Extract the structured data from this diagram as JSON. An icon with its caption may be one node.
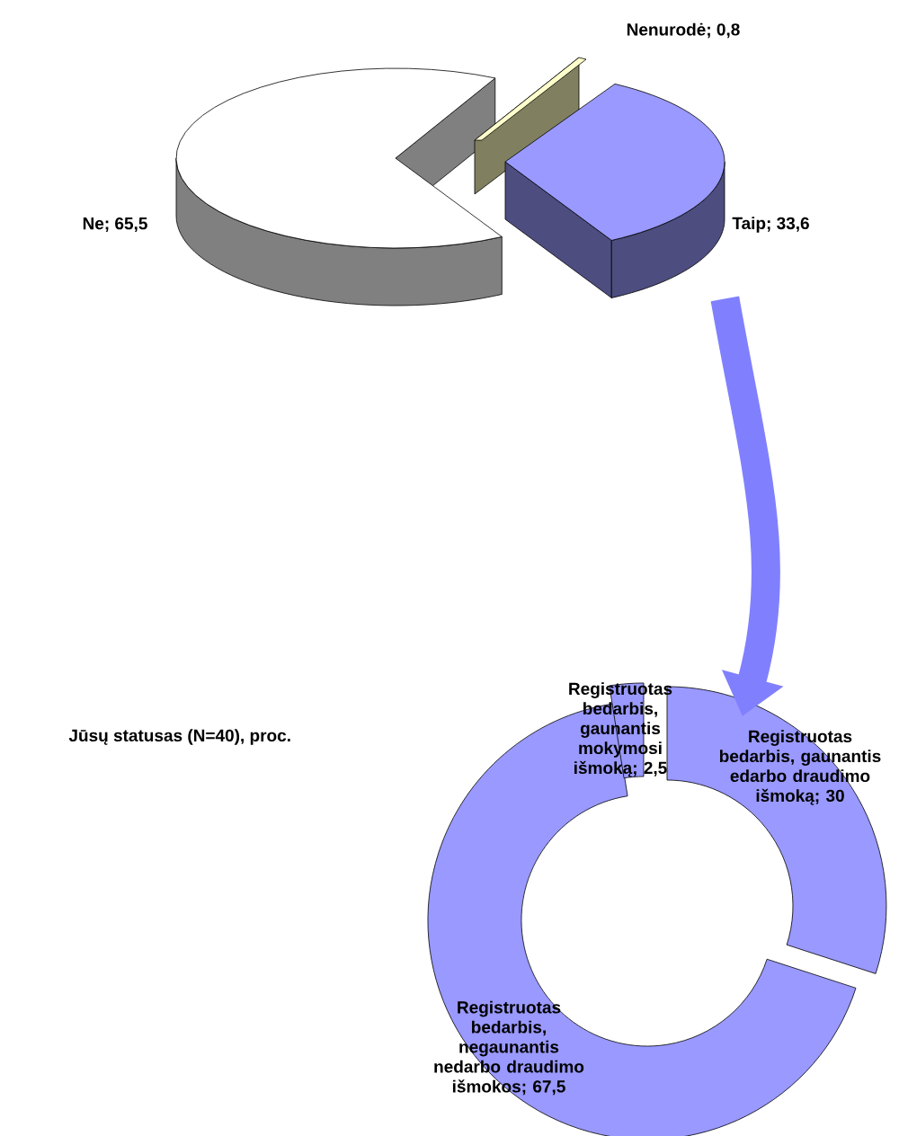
{
  "diagram": {
    "nodes": [
      {
        "text": [],
        "shape": "slice",
        "beside": [
          "Taip; 33,6"
        ]
      },
      {
        "text": [],
        "shape": "donut"
      }
    ],
    "edges": [
      {
        "from": 0,
        "to": 1,
        "arrow": "to"
      }
    ],
    "labels": [
      "Nenurodė; 0,8",
      "Ne; 65,5",
      "Jūsų statusas (N=40), proc.",
      "Registruotas bedarbis, gaunantis mokymosi išmoką; 2,5",
      "Registruotas bedarbis, gaunantis edarbo draudimo išmoką; 30",
      "Registruotas bedarbis, negaunantis nedarbo draudimo išmokos; 67,5"
    ]
  }
}
